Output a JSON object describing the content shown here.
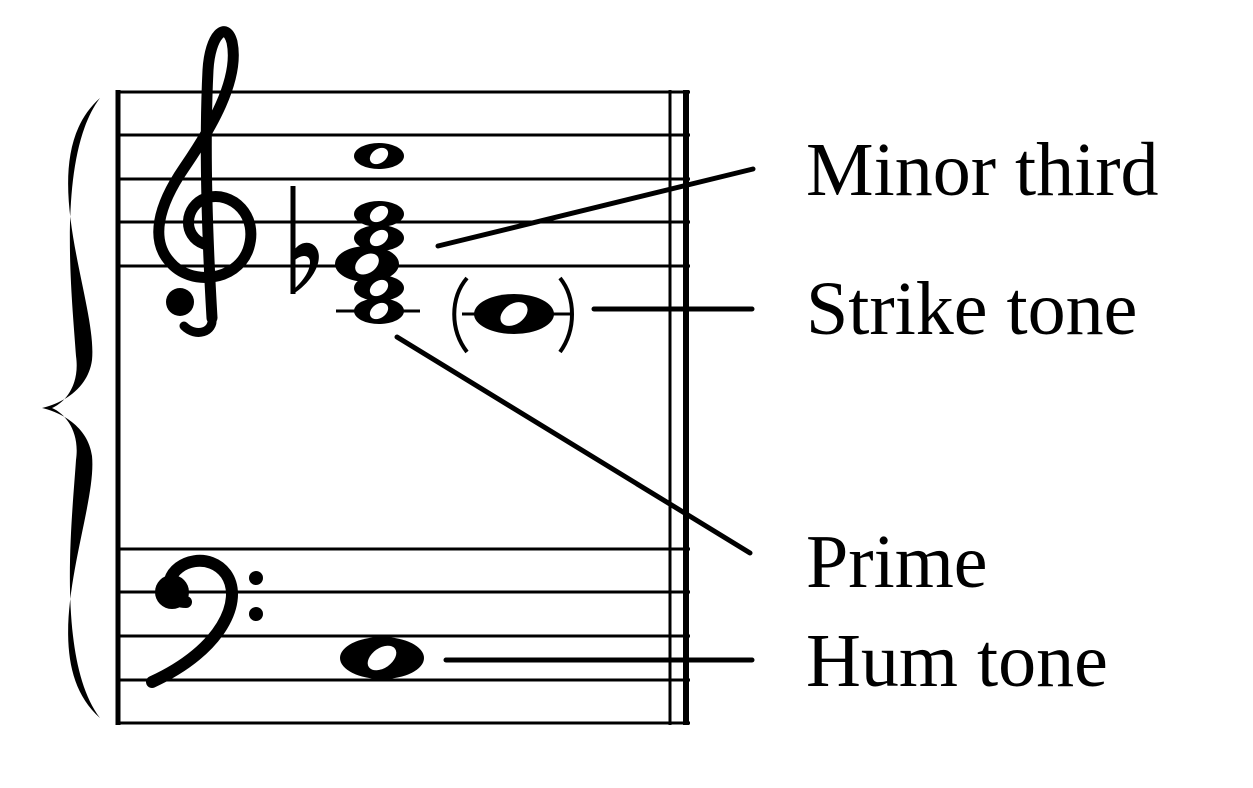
{
  "labels": {
    "minor_third": "Minor third",
    "strike_tone": "Strike tone",
    "prime": "Prime",
    "hum_tone": "Hum tone"
  },
  "symbols": {
    "treble_clef": "treble-clef-icon",
    "bass_clef": "bass-clef-icon",
    "flat": "flat-icon",
    "brace": "brace-icon"
  },
  "colors": {
    "ink": "#000000",
    "background": "#ffffff"
  }
}
